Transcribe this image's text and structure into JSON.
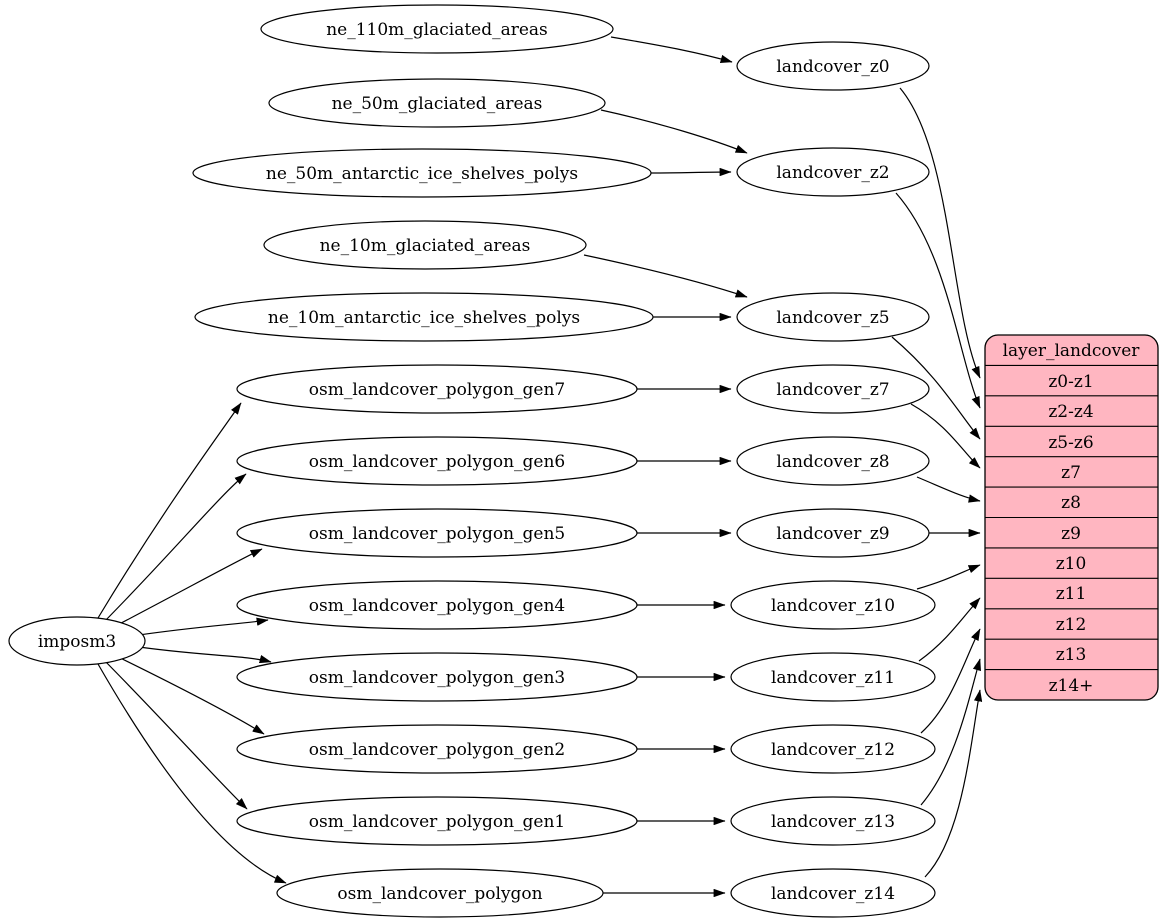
{
  "colors": {
    "record_fill": "#ffb6c1",
    "node_fill": "#ffffff",
    "edge": "#000000"
  },
  "nodes": {
    "imposm3": {
      "label": "imposm3"
    },
    "sources": [
      {
        "label": "ne_110m_glaciated_areas"
      },
      {
        "label": "ne_50m_glaciated_areas"
      },
      {
        "label": "ne_50m_antarctic_ice_shelves_polys"
      },
      {
        "label": "ne_10m_glaciated_areas"
      },
      {
        "label": "ne_10m_antarctic_ice_shelves_polys"
      },
      {
        "label": "osm_landcover_polygon_gen7"
      },
      {
        "label": "osm_landcover_polygon_gen6"
      },
      {
        "label": "osm_landcover_polygon_gen5"
      },
      {
        "label": "osm_landcover_polygon_gen4"
      },
      {
        "label": "osm_landcover_polygon_gen3"
      },
      {
        "label": "osm_landcover_polygon_gen2"
      },
      {
        "label": "osm_landcover_polygon_gen1"
      },
      {
        "label": "osm_landcover_polygon"
      }
    ],
    "landcover": [
      {
        "label": "landcover_z0"
      },
      {
        "label": "landcover_z2"
      },
      {
        "label": "landcover_z5"
      },
      {
        "label": "landcover_z7"
      },
      {
        "label": "landcover_z8"
      },
      {
        "label": "landcover_z9"
      },
      {
        "label": "landcover_z10"
      },
      {
        "label": "landcover_z11"
      },
      {
        "label": "landcover_z12"
      },
      {
        "label": "landcover_z13"
      },
      {
        "label": "landcover_z14"
      }
    ],
    "record": {
      "title": "layer_landcover",
      "rows": [
        {
          "label": "z0-z1"
        },
        {
          "label": "z2-z4"
        },
        {
          "label": "z5-z6"
        },
        {
          "label": "z7"
        },
        {
          "label": "z8"
        },
        {
          "label": "z9"
        },
        {
          "label": "z10"
        },
        {
          "label": "z11"
        },
        {
          "label": "z12"
        },
        {
          "label": "z13"
        },
        {
          "label": "z14+"
        }
      ]
    }
  },
  "edges": [
    {
      "from": "imposm3",
      "to": "osm_landcover_polygon_gen7"
    },
    {
      "from": "imposm3",
      "to": "osm_landcover_polygon_gen6"
    },
    {
      "from": "imposm3",
      "to": "osm_landcover_polygon_gen5"
    },
    {
      "from": "imposm3",
      "to": "osm_landcover_polygon_gen4"
    },
    {
      "from": "imposm3",
      "to": "osm_landcover_polygon_gen3"
    },
    {
      "from": "imposm3",
      "to": "osm_landcover_polygon_gen2"
    },
    {
      "from": "imposm3",
      "to": "osm_landcover_polygon_gen1"
    },
    {
      "from": "imposm3",
      "to": "osm_landcover_polygon"
    },
    {
      "from": "ne_110m_glaciated_areas",
      "to": "landcover_z0"
    },
    {
      "from": "ne_50m_glaciated_areas",
      "to": "landcover_z2"
    },
    {
      "from": "ne_50m_antarctic_ice_shelves_polys",
      "to": "landcover_z2"
    },
    {
      "from": "ne_10m_glaciated_areas",
      "to": "landcover_z5"
    },
    {
      "from": "ne_10m_antarctic_ice_shelves_polys",
      "to": "landcover_z5"
    },
    {
      "from": "osm_landcover_polygon_gen7",
      "to": "landcover_z7"
    },
    {
      "from": "osm_landcover_polygon_gen6",
      "to": "landcover_z8"
    },
    {
      "from": "osm_landcover_polygon_gen5",
      "to": "landcover_z9"
    },
    {
      "from": "osm_landcover_polygon_gen4",
      "to": "landcover_z10"
    },
    {
      "from": "osm_landcover_polygon_gen3",
      "to": "landcover_z11"
    },
    {
      "from": "osm_landcover_polygon_gen2",
      "to": "landcover_z12"
    },
    {
      "from": "osm_landcover_polygon_gen1",
      "to": "landcover_z13"
    },
    {
      "from": "osm_landcover_polygon",
      "to": "landcover_z14"
    },
    {
      "from": "landcover_z0",
      "to": "layer_landcover:z0-z1"
    },
    {
      "from": "landcover_z2",
      "to": "layer_landcover:z2-z4"
    },
    {
      "from": "landcover_z5",
      "to": "layer_landcover:z5-z6"
    },
    {
      "from": "landcover_z7",
      "to": "layer_landcover:z7"
    },
    {
      "from": "landcover_z8",
      "to": "layer_landcover:z8"
    },
    {
      "from": "landcover_z9",
      "to": "layer_landcover:z9"
    },
    {
      "from": "landcover_z10",
      "to": "layer_landcover:z10"
    },
    {
      "from": "landcover_z11",
      "to": "layer_landcover:z11"
    },
    {
      "from": "landcover_z12",
      "to": "layer_landcover:z12"
    },
    {
      "from": "landcover_z13",
      "to": "layer_landcover:z13"
    },
    {
      "from": "landcover_z14",
      "to": "layer_landcover:z14+"
    }
  ]
}
